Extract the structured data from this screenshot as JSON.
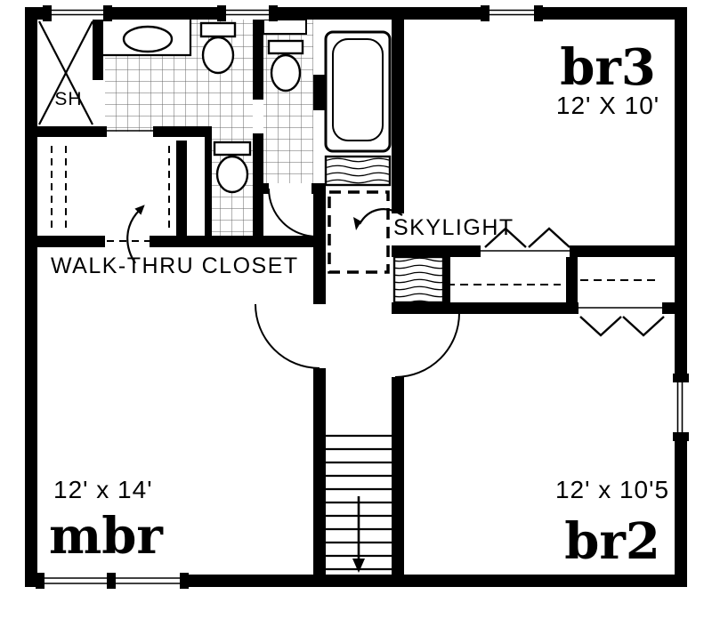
{
  "rooms": {
    "br3": {
      "label": "br3",
      "dims": "12' X 10'"
    },
    "br2": {
      "label": "br2",
      "dims": "12' x 10'5"
    },
    "mbr": {
      "label": "mbr",
      "dims": "12' x 14'"
    }
  },
  "annotations": {
    "skylight": "SKYLIGHT",
    "walk_thru_closet": "WALK-THRU CLOSET",
    "shower": "SH"
  },
  "colors": {
    "ink": "#000000",
    "paper": "#ffffff"
  }
}
